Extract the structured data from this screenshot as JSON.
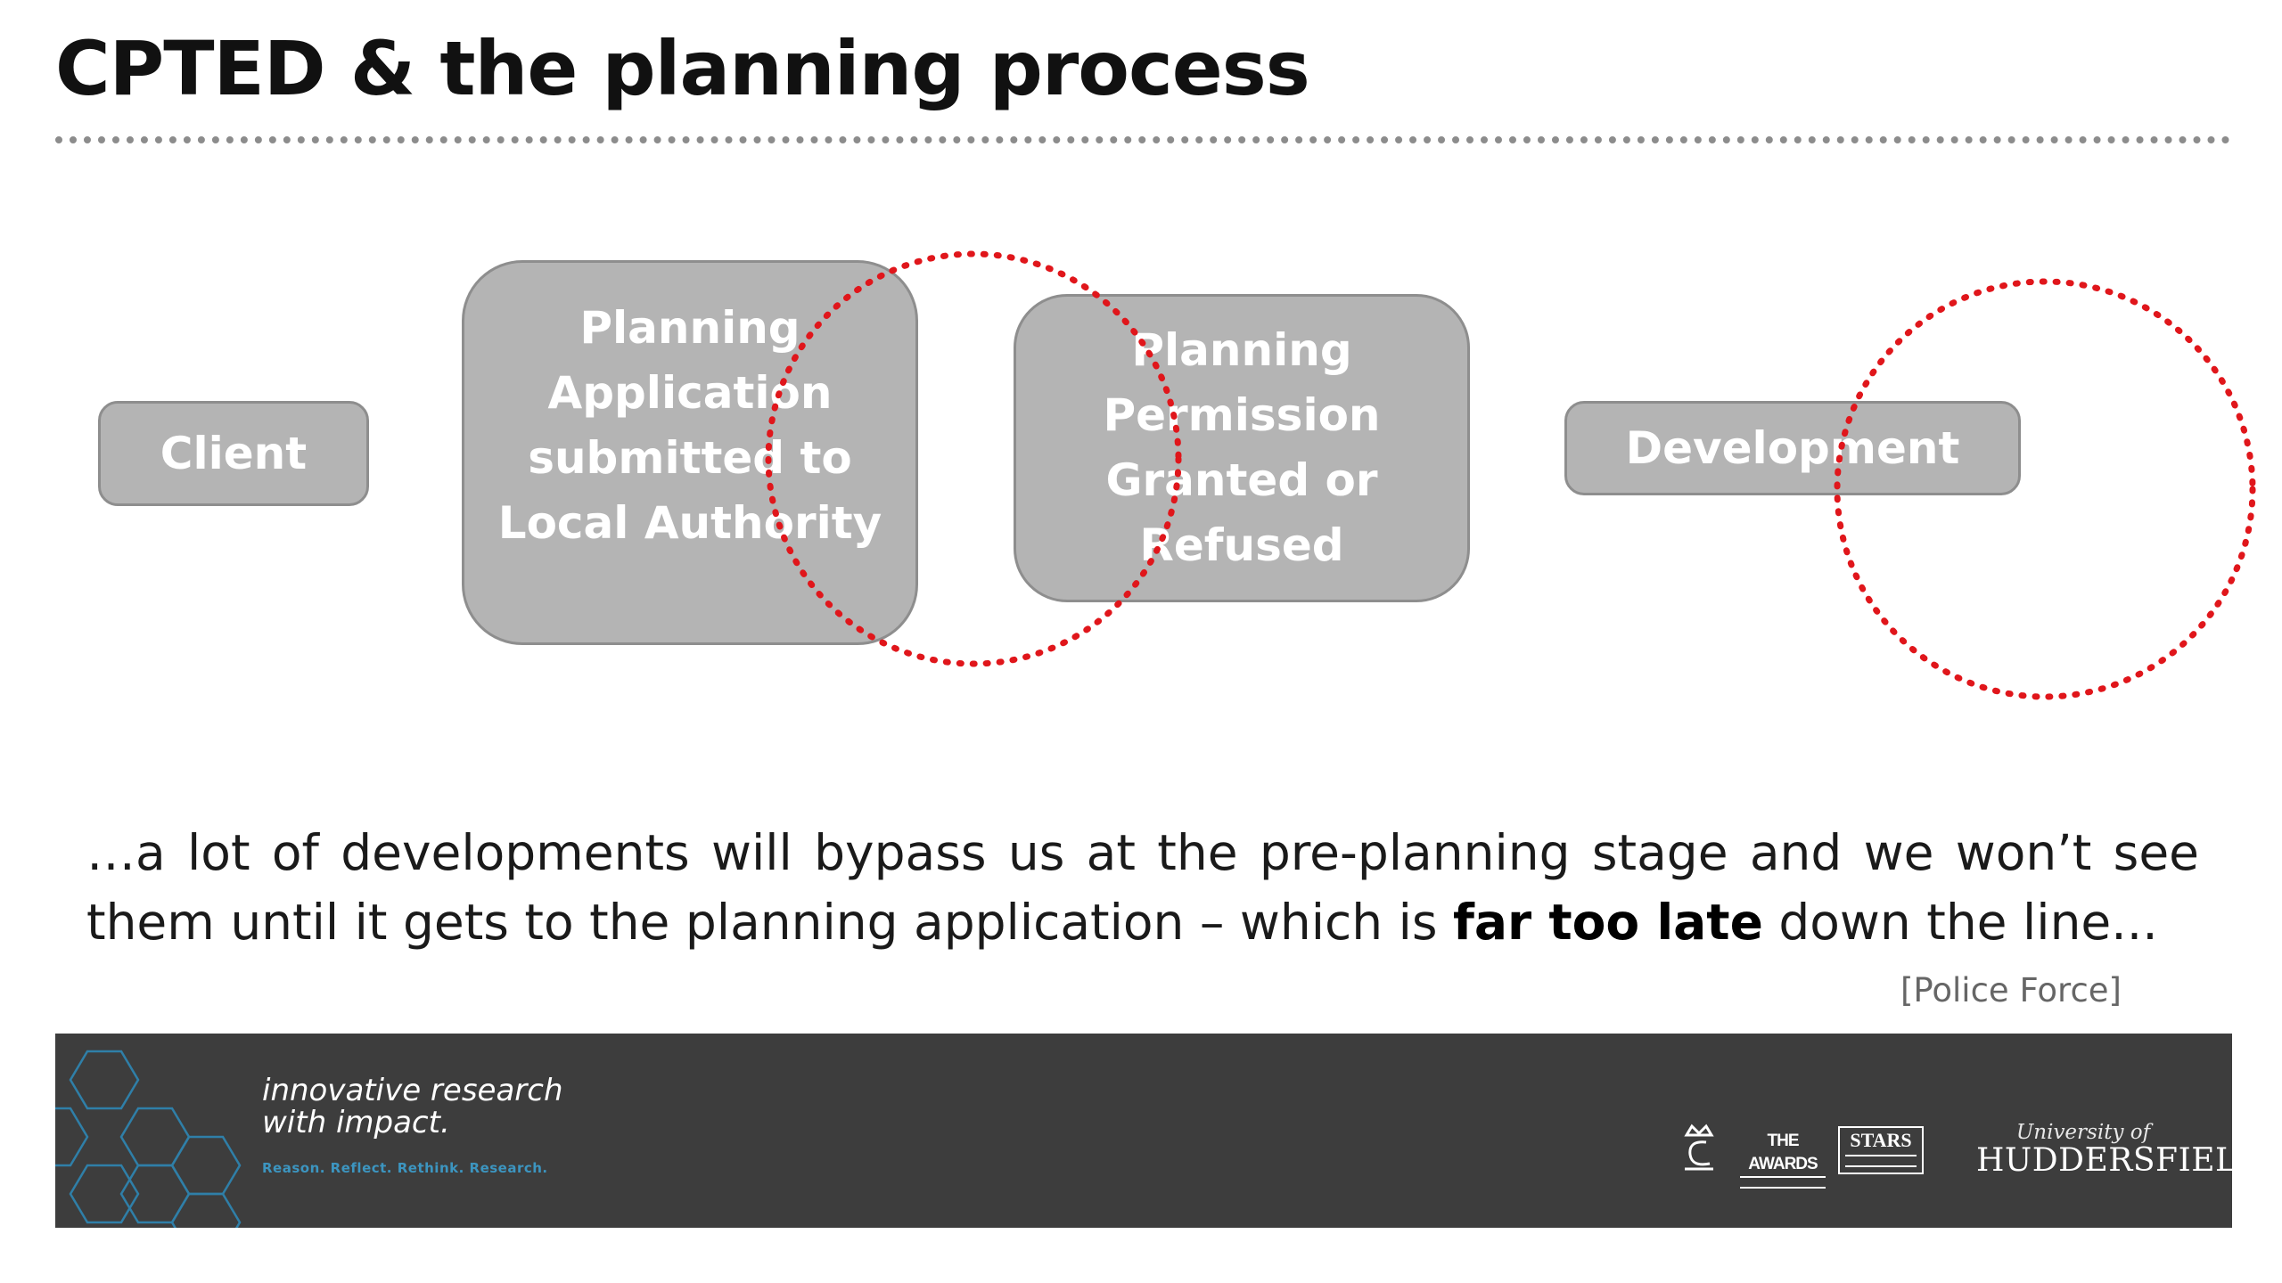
{
  "slide": {
    "title": "CPTED & the planning process",
    "flow_steps": [
      {
        "label": "Client"
      },
      {
        "label": "Planning\nApplication\nsubmitted to\nLocal  Authority"
      },
      {
        "label": "Planning\nPermission\nGranted or\nRefused"
      },
      {
        "label": "Development"
      }
    ],
    "quote": {
      "before": "…a lot of developments will bypass us at the pre-planning stage and we won’t see them until it gets to the planning application – which is ",
      "emphasis": "far too late",
      "after": " down the line..."
    },
    "attribution": "[Police Force]"
  },
  "footer": {
    "tagline_line1": "innovative research",
    "tagline_line2": "with impact.",
    "tagline_sub": "Reason. Reflect. Rethink. Research.",
    "award_the": "THE AWARDS",
    "award_stars": "STARS",
    "university_line1": "University of",
    "university_line2": "HUDDERSFIELD"
  },
  "colors": {
    "box_fill": "#b4b4b4",
    "box_border": "#8e8e8e",
    "highlight_circle": "#e0161b",
    "footer_bg": "#3d3d3d",
    "hex_accent": "#2f7fa8"
  },
  "icons": [
    "crown-crest-icon",
    "hexagon-pattern-icon"
  ]
}
